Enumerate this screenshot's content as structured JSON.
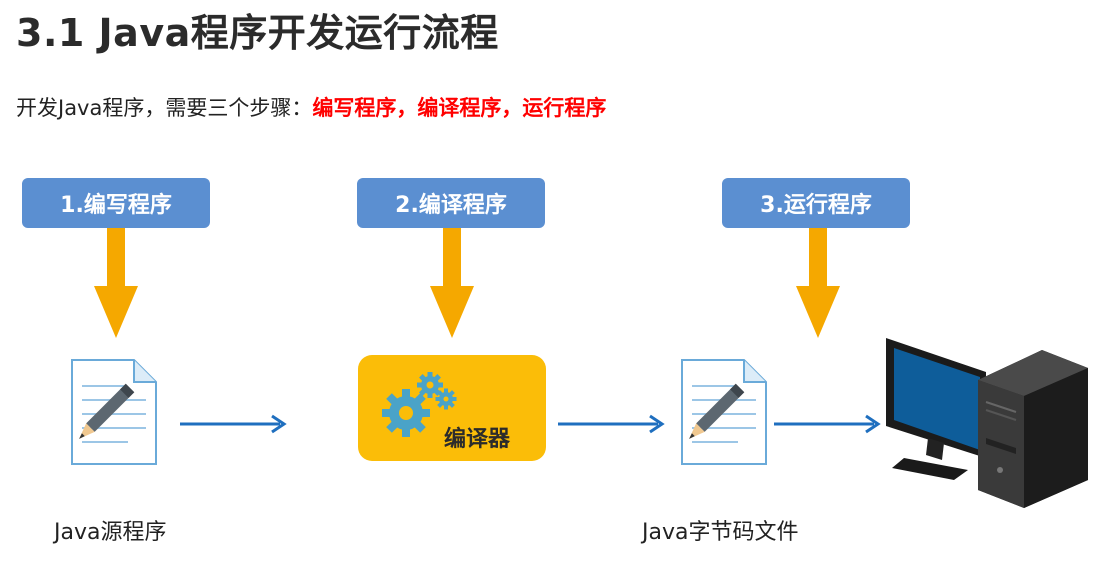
{
  "title": "3.1 Java程序开发运行流程",
  "subtitle": {
    "prefix": "开发Java程序，需要三个步骤：",
    "highlight": "编写程序，编译程序，运行程序"
  },
  "steps": [
    {
      "label": "1.编写程序"
    },
    {
      "label": "2.编译程序"
    },
    {
      "label": "3.运行程序"
    }
  ],
  "compiler_label": "编译器",
  "captions": {
    "source": "Java源程序",
    "bytecode": "Java字节码文件"
  },
  "colors": {
    "step_box": "#5b8fd1",
    "down_arrow": "#f5a800",
    "compiler_box": "#fbbd08",
    "gear": "#4aa3c8",
    "flow_arrow": "#1f6fbf",
    "highlight": "#ff0000"
  },
  "icons": {
    "document": "document-pencil-icon",
    "gears": "gears-icon",
    "computer": "desktop-computer-icon"
  }
}
